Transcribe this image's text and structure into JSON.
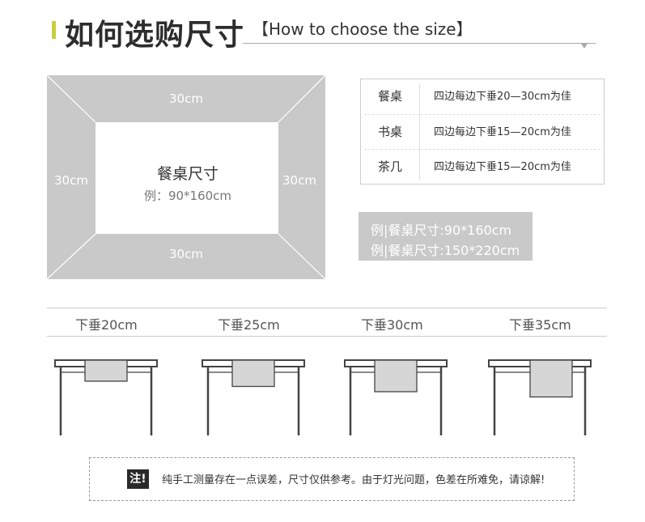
{
  "header": {
    "title_cn": "如何选购尺寸",
    "title_en": "【How to choose the size】"
  },
  "diagram": {
    "top_drop": "30cm",
    "bottom_drop": "30cm",
    "left_drop": "30cm",
    "right_drop": "30cm",
    "inner_title": "餐桌尺寸",
    "inner_example": "例：90*160cm"
  },
  "info_table": {
    "rows": [
      {
        "name": "餐桌",
        "desc": "四边每边下垂20—30cm为佳"
      },
      {
        "name": "书桌",
        "desc": "四边每边下垂15—20cm为佳"
      },
      {
        "name": "茶几",
        "desc": "四边每边下垂15—20cm为佳"
      }
    ]
  },
  "examples": {
    "line1": "例|餐桌尺寸:90*160cm",
    "line2": "例|餐桌尺寸:150*220cm"
  },
  "drops": [
    {
      "label": "下垂20cm",
      "value_cm": 20
    },
    {
      "label": "下垂25cm",
      "value_cm": 25
    },
    {
      "label": "下垂30cm",
      "value_cm": 30
    },
    {
      "label": "下垂35cm",
      "value_cm": 35
    }
  ],
  "note": {
    "tag": "注!",
    "text": "纯手工测量存在一点误差，尺寸仅供参考。由于灯光问题，色差在所难免，请谅解!"
  },
  "colors": {
    "accent": "#c8cf3c",
    "cloth_gray": "#c9c9c9",
    "note_tag_bg": "#2a2a2a"
  }
}
